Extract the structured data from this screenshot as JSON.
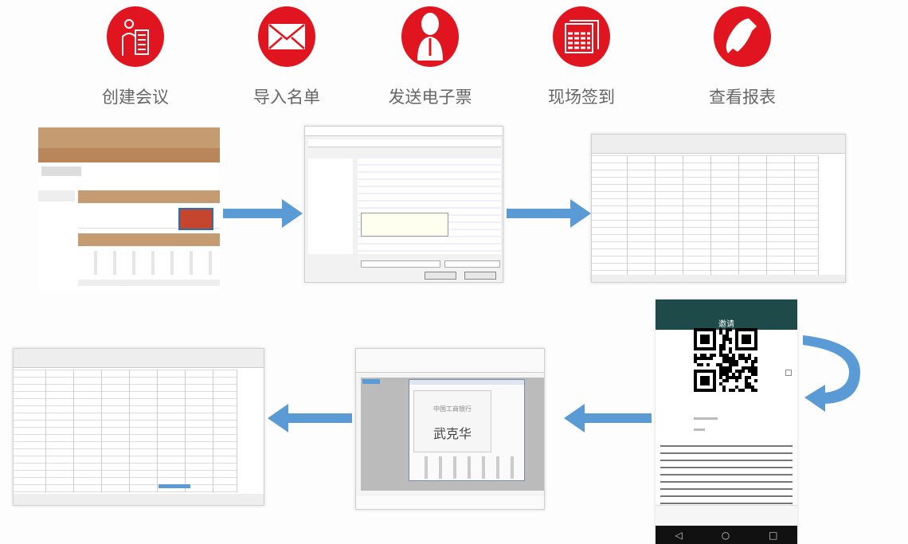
{
  "steps": [
    {
      "label": "创建会议",
      "icon": "clipboard-person-icon"
    },
    {
      "label": "导入名单",
      "icon": "envelope-icon"
    },
    {
      "label": "发送电子票",
      "icon": "person-tie-icon"
    },
    {
      "label": "现场签到",
      "icon": "ticket-table-icon"
    },
    {
      "label": "查看报表",
      "icon": "phone-icon"
    }
  ],
  "colors": {
    "accent": "#e0151f",
    "arrow": "#5b9bd5",
    "brown": "#b8865a",
    "phone_header": "#1f4a4a"
  },
  "badge": {
    "bank": "中国工商银行",
    "name": "武克华"
  },
  "phone": {
    "title": "邀请"
  }
}
